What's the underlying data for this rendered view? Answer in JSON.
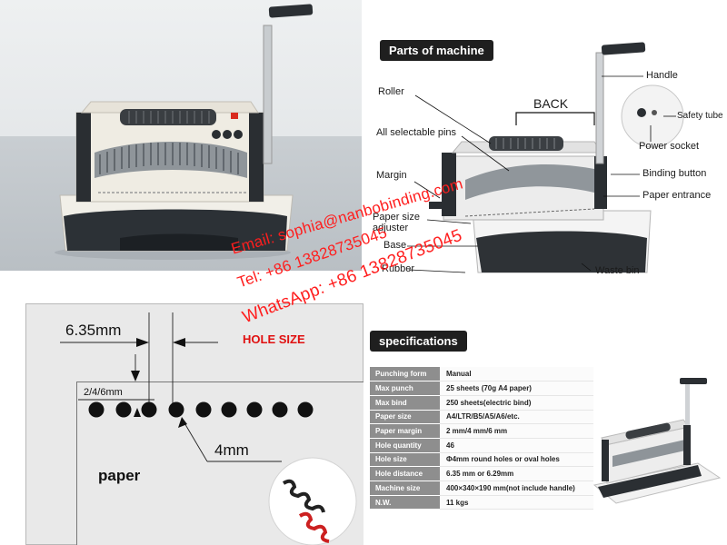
{
  "parts": {
    "title": "Parts of machine",
    "labels": {
      "handle": "Handle",
      "roller": "Roller",
      "back": "BACK",
      "safety_tube": "Safety tube",
      "all_pins": "All selectable pins",
      "power_socket": "Power socket",
      "margin": "Margin",
      "binding_button": "Binding button",
      "paper_entrance": "Paper entrance",
      "paper_size_1": "Paper size",
      "paper_size_2": "adjuster",
      "base": "Base",
      "rubber": "Rubber",
      "waste_bin": "Waste bin"
    }
  },
  "hole_diagram": {
    "title": "HOLE SIZE",
    "pitch": "6.35mm",
    "margin": "2/4/6mm",
    "diameter": "4mm",
    "paper": "paper"
  },
  "specs": {
    "title": "specifications",
    "rows": [
      {
        "key": "Punching form",
        "value": "Manual"
      },
      {
        "key": "Max punch",
        "value": "25 sheets (70g A4 paper)"
      },
      {
        "key": "Max bind",
        "value": "250 sheets(electric bind)"
      },
      {
        "key": "Paper size",
        "value": "A4/LTR/B5/A5/A6/etc."
      },
      {
        "key": "Paper margin",
        "value": "2 mm/4 mm/6 mm"
      },
      {
        "key": "Hole quantity",
        "value": "46"
      },
      {
        "key": "Hole size",
        "value": "Φ4mm round holes or oval holes"
      },
      {
        "key": "Hole distance",
        "value": "6.35 mm or 6.29mm"
      },
      {
        "key": "Machine size",
        "value": "400×340×190 mm(not include handle)"
      },
      {
        "key": "N.W.",
        "value": "11 kgs"
      }
    ]
  },
  "watermark": {
    "email": "Email: sophia@nanbobinding.com",
    "tel": "Tel: +86 13828735045",
    "whatsapp": "WhatsApp: +86 13828735045"
  },
  "colors": {
    "accent_red": "#e01010",
    "pill_bg": "#1f1f1f",
    "spec_key_bg": "#8e8e8e"
  }
}
